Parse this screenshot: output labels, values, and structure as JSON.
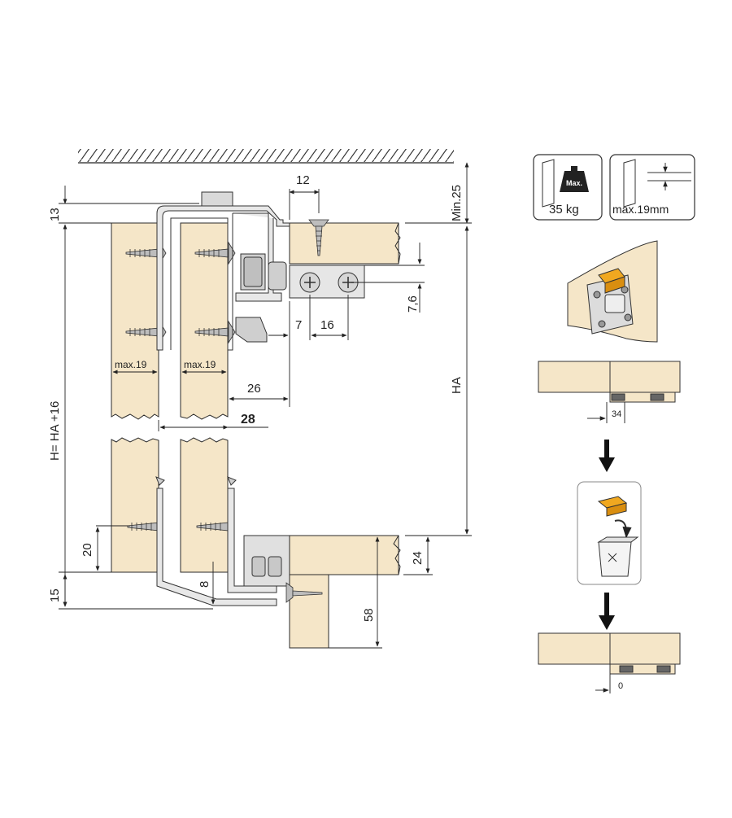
{
  "dimensions": {
    "top_gap": "12",
    "min_clearance": "Min.25",
    "top_offset": "13",
    "panel_thickness_1": "max.19",
    "panel_thickness_2": "max.19",
    "bracket_offset": "7",
    "bracket_spacing": "16",
    "bracket_height": "7,6",
    "profile_depth": "26",
    "track_width": "28",
    "total_height": "H= HA +16",
    "opening_height": "HA",
    "bottom_guide": "20",
    "bottom_offset": "15",
    "bottom_gap": "8",
    "bottom_profile": "24",
    "bottom_rail": "58"
  },
  "specs": {
    "max_weight": "35 kg",
    "weight_badge": "Max.",
    "max_thickness": "max.19mm"
  },
  "steps": {
    "offset_before": "34",
    "offset_after": "0"
  },
  "colors": {
    "wood": "#f5e6c8",
    "wood_edge": "#2a2a2a",
    "profile": "#e6e6e6",
    "stopper": "#f0a820",
    "arrow": "#111111"
  }
}
